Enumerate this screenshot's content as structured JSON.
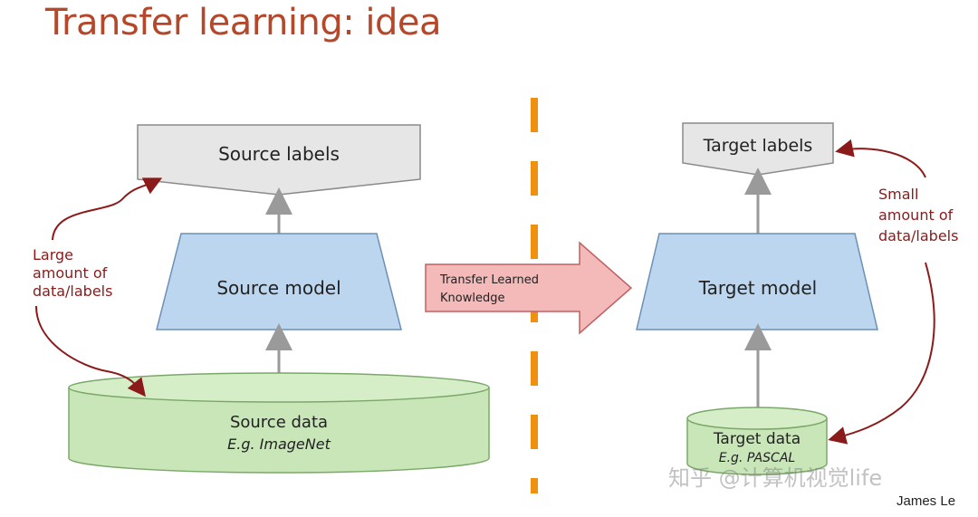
{
  "title": "Transfer learning: idea",
  "left": {
    "labels": "Source labels",
    "model": "Source model",
    "data_title": "Source data",
    "data_subtitle": "E.g. ImageNet",
    "annotation": [
      "Large",
      "amount of",
      "data/labels"
    ]
  },
  "transfer": [
    "Transfer Learned",
    "Knowledge"
  ],
  "right": {
    "labels": "Target labels",
    "model": "Target model",
    "data_title": "Target data",
    "data_subtitle": "E.g. PASCAL",
    "annotation": [
      "Small",
      "amount of",
      "data/labels"
    ]
  },
  "watermark": "知乎 @计算机视觉life",
  "credit": "James Le",
  "colors": {
    "title": "#b5472a",
    "model_fill": "#bcd6ef",
    "data_fill": "#c9e6b8",
    "label_fill": "#e6e6e6",
    "transfer_fill": "#f4b9b9",
    "divider": "#f0900e",
    "annotation_arrow": "#8b1a1a"
  }
}
